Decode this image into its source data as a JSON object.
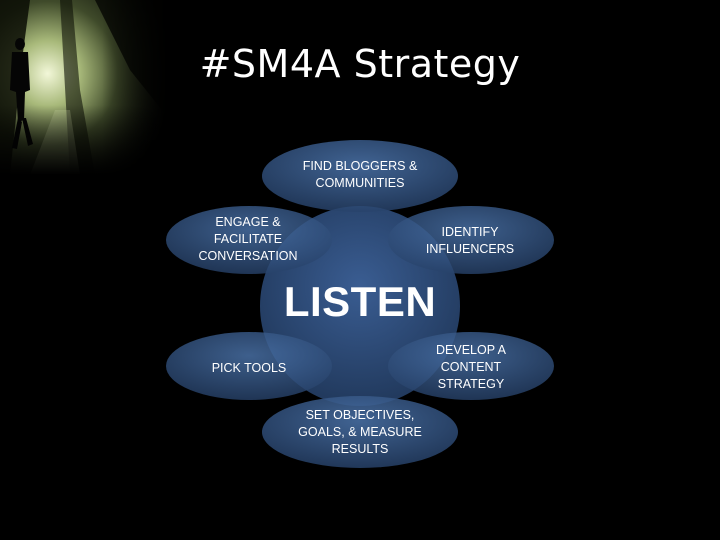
{
  "slide": {
    "title": "#SM4A Strategy"
  },
  "diagram": {
    "center": "LISTEN",
    "nodes": [
      {
        "id": "find",
        "label_lines": [
          "FIND BLOGGERS &",
          "COMMUNITIES"
        ]
      },
      {
        "id": "identify",
        "label_lines": [
          "IDENTIFY",
          "INFLUENCERS"
        ]
      },
      {
        "id": "develop",
        "label_lines": [
          "DEVELOP A",
          "CONTENT",
          "STRATEGY"
        ]
      },
      {
        "id": "objectives",
        "label_lines": [
          "SET OBJECTIVES,",
          "GOALS, & MEASURE",
          "RESULTS"
        ]
      },
      {
        "id": "pick",
        "label_lines": [
          "PICK TOOLS"
        ]
      },
      {
        "id": "engage",
        "label_lines": [
          "ENGAGE &",
          "FACILITATE",
          "CONVERSATION"
        ]
      }
    ],
    "colors": {
      "center_fill": "#2e4b7a",
      "node_fill": "#3e6396",
      "background": "#000000"
    }
  }
}
